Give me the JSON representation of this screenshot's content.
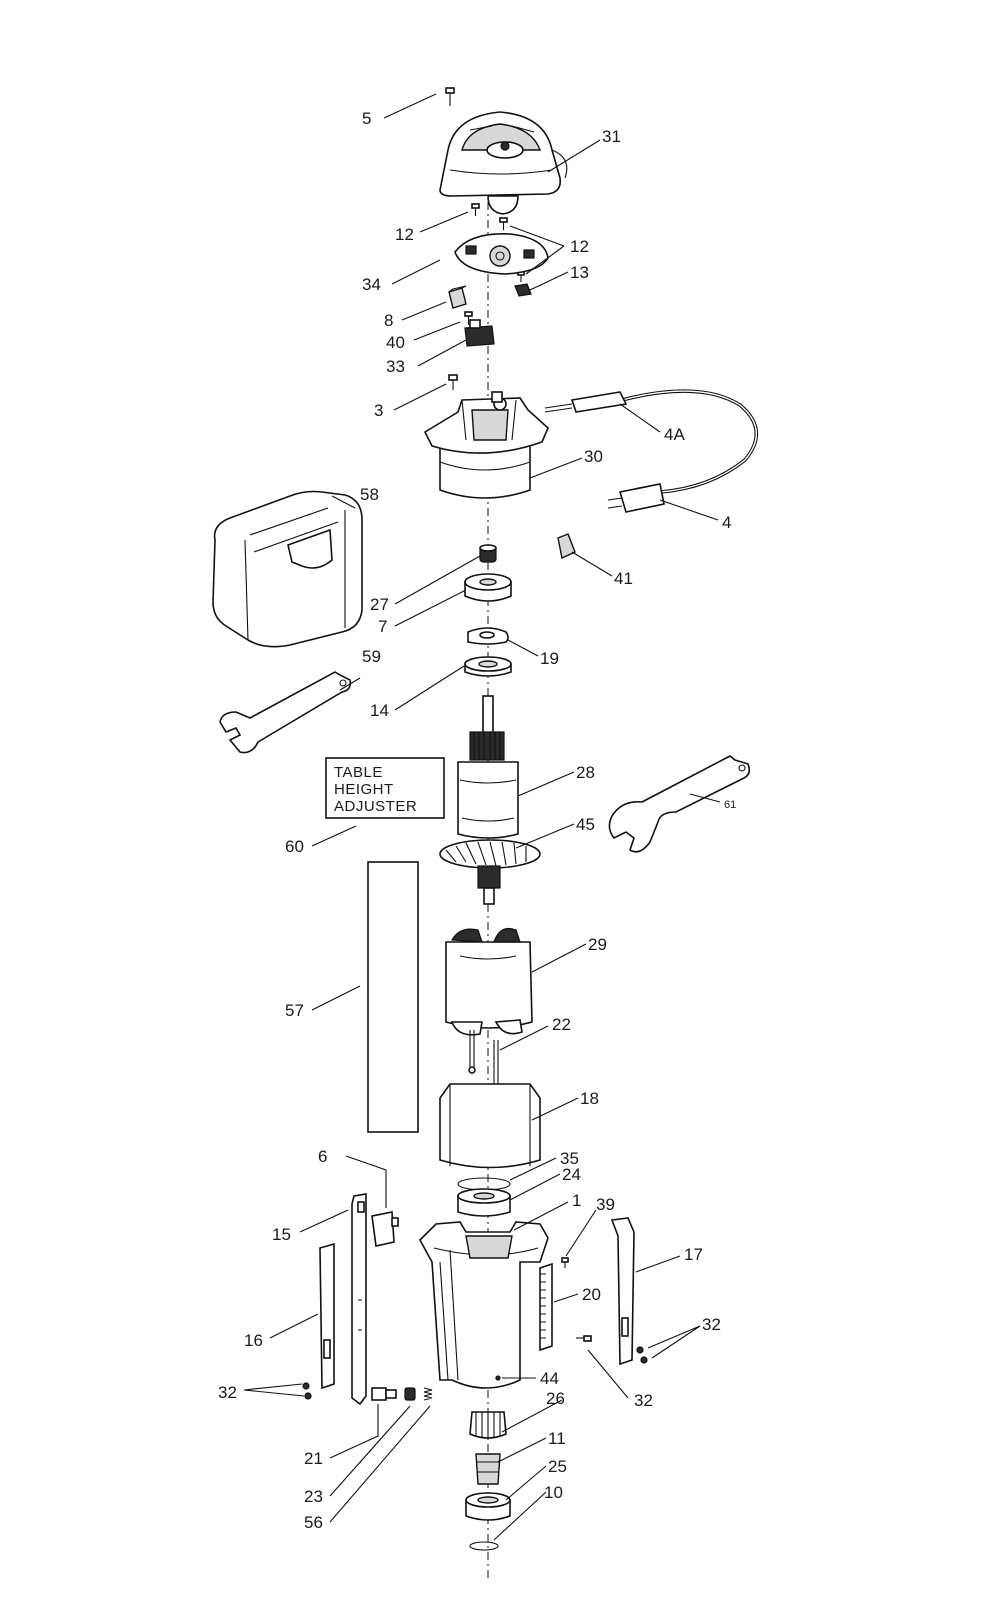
{
  "callouts": {
    "c5": "5",
    "c31": "31",
    "c12a": "12",
    "c12b": "12",
    "c13": "13",
    "c34": "34",
    "c8": "8",
    "c40": "40",
    "c33": "33",
    "c3": "3",
    "c4a": "4A",
    "c30": "30",
    "c4": "4",
    "c58": "58",
    "c41": "41",
    "c27": "27",
    "c7": "7",
    "c19": "19",
    "c59": "59",
    "c14": "14",
    "c28": "28",
    "c61": "61",
    "c45": "45",
    "c60": "60",
    "c29": "29",
    "c57": "57",
    "c22": "22",
    "c18": "18",
    "c35": "35",
    "c24": "24",
    "c6": "6",
    "c1": "1",
    "c39": "39",
    "c15": "15",
    "c17": "17",
    "c20": "20",
    "c16": "16",
    "c32a": "32",
    "c32b": "32",
    "c32c": "32",
    "c44": "44",
    "c26": "26",
    "c21": "21",
    "c11": "11",
    "c25": "25",
    "c10": "10",
    "c23": "23",
    "c56": "56"
  },
  "table_height_box": {
    "line1": "TABLE",
    "line2": "HEIGHT",
    "line3": "ADJUSTER"
  }
}
